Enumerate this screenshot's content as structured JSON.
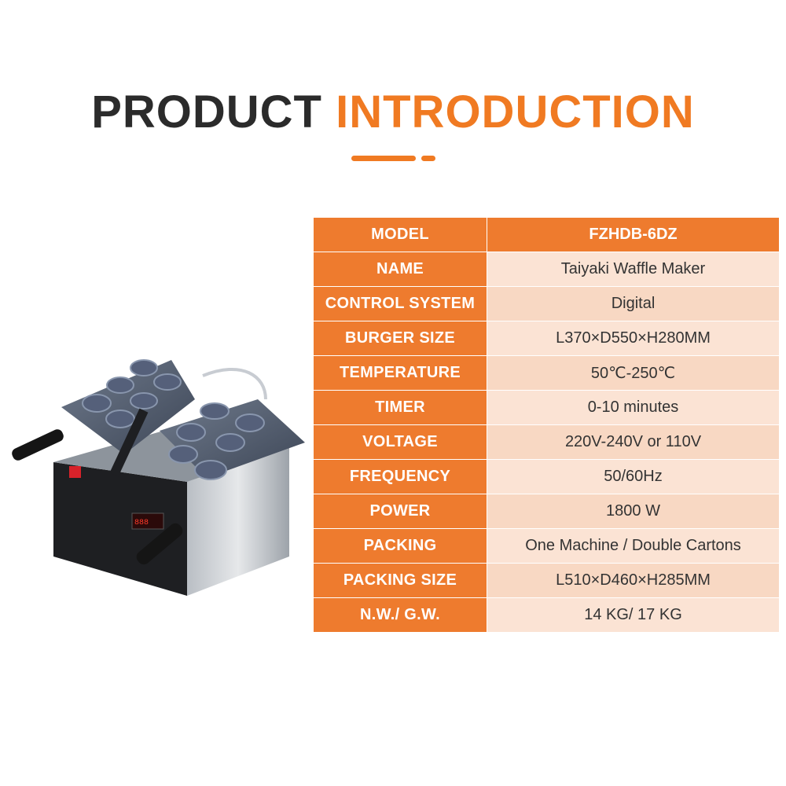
{
  "title": {
    "word1": "PRODUCT",
    "word2": "INTRODUCTION"
  },
  "colors": {
    "accent": "#f07a22",
    "label_bg": "#ee7b2e",
    "row_light": "#fbe3d4",
    "row_dark": "#f8d8c3",
    "title_dark": "#2b2b2b"
  },
  "specs": [
    {
      "label": "MODEL",
      "value": "FZHDB-6DZ"
    },
    {
      "label": "NAME",
      "value": "Taiyaki Waffle Maker"
    },
    {
      "label": "CONTROL SYSTEM",
      "value": "Digital"
    },
    {
      "label": "BURGER SIZE",
      "value": "L370×D550×H280MM"
    },
    {
      "label": "TEMPERATURE",
      "value": "50℃-250℃"
    },
    {
      "label": "TIMER",
      "value": "0-10 minutes"
    },
    {
      "label": "VOLTAGE",
      "value": "220V-240V or 110V"
    },
    {
      "label": "FREQUENCY",
      "value": "50/60Hz"
    },
    {
      "label": "POWER",
      "value": "1800 W"
    },
    {
      "label": "PACKING",
      "value": "One Machine / Double Cartons"
    },
    {
      "label": "PACKING SIZE",
      "value": "L510×D460×H285MM"
    },
    {
      "label": "N.W./ G.W.",
      "value": "14 KG/ 17 KG"
    }
  ]
}
